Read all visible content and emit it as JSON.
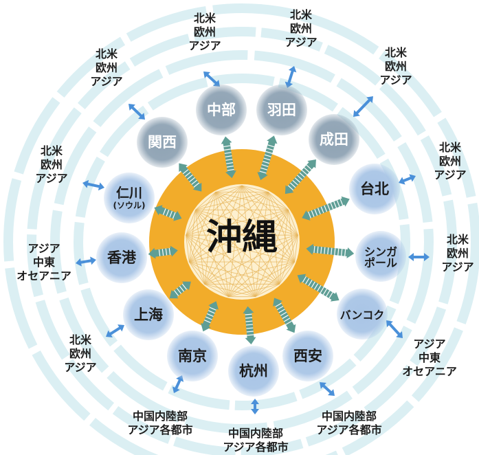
{
  "diagram": {
    "colors": {
      "ring": "#dbeff3",
      "hub": "#f2ac2a",
      "hub_inner": "#fdf0cf",
      "web": "#ffffff",
      "connector": "#5f9e95",
      "arrow": "#4a90d9",
      "node_gray": "#8fa3b4",
      "node_blue": "#a9c5e6",
      "node_text_light": "#ffffff",
      "node_text_dark": "#1c1c1c"
    },
    "center": {
      "label": "沖縄"
    },
    "nodes": [
      {
        "id": "chubu",
        "lines": [
          "中部"
        ],
        "style": "gray"
      },
      {
        "id": "haneda",
        "lines": [
          "羽田"
        ],
        "style": "gray"
      },
      {
        "id": "narita",
        "lines": [
          "成田"
        ],
        "style": "gray"
      },
      {
        "id": "taipei",
        "lines": [
          "台北"
        ],
        "style": "blue"
      },
      {
        "id": "singapore",
        "lines": [
          "シンガ",
          "ポール"
        ],
        "style": "blue"
      },
      {
        "id": "bangkok",
        "lines": [
          "バンコク"
        ],
        "style": "blue"
      },
      {
        "id": "xian",
        "lines": [
          "西安"
        ],
        "style": "blue"
      },
      {
        "id": "hangzhou",
        "lines": [
          "杭州"
        ],
        "style": "blue"
      },
      {
        "id": "nanjing",
        "lines": [
          "南京"
        ],
        "style": "blue"
      },
      {
        "id": "shanghai",
        "lines": [
          "上海"
        ],
        "style": "blue"
      },
      {
        "id": "hongkong",
        "lines": [
          "香港"
        ],
        "style": "blue"
      },
      {
        "id": "incheon",
        "lines": [
          "仁川",
          "(ソウル)"
        ],
        "style": "blue"
      },
      {
        "id": "kansai",
        "lines": [
          "関西"
        ],
        "style": "gray"
      }
    ],
    "destinations": [
      {
        "node": "chubu",
        "lines": [
          "北米",
          "欧州",
          "アジア"
        ]
      },
      {
        "node": "haneda",
        "lines": [
          "北米",
          "欧州",
          "アジア"
        ]
      },
      {
        "node": "narita",
        "lines": [
          "北米",
          "欧州",
          "アジア"
        ]
      },
      {
        "node": "taipei",
        "lines": [
          "北米",
          "欧州",
          "アジア"
        ]
      },
      {
        "node": "singapore",
        "lines": [
          "北米",
          "欧州",
          "アジア"
        ]
      },
      {
        "node": "bangkok",
        "lines": [
          "アジア",
          "中東",
          "オセアニア"
        ]
      },
      {
        "node": "xian",
        "lines": [
          "中国内陸部",
          "アジア各都市"
        ]
      },
      {
        "node": "hangzhou",
        "lines": [
          "中国内陸部",
          "アジア各都市"
        ]
      },
      {
        "node": "nanjing",
        "lines": [
          "中国内陸部",
          "アジア各都市"
        ]
      },
      {
        "node": "shanghai",
        "lines": [
          "北米",
          "欧州",
          "アジア"
        ]
      },
      {
        "node": "hongkong",
        "lines": [
          "アジア",
          "中東",
          "オセアニア"
        ]
      },
      {
        "node": "incheon",
        "lines": [
          "北米",
          "欧州",
          "アジア"
        ]
      },
      {
        "node": "kansai",
        "lines": [
          "北米",
          "欧州",
          "アジア"
        ]
      }
    ]
  }
}
